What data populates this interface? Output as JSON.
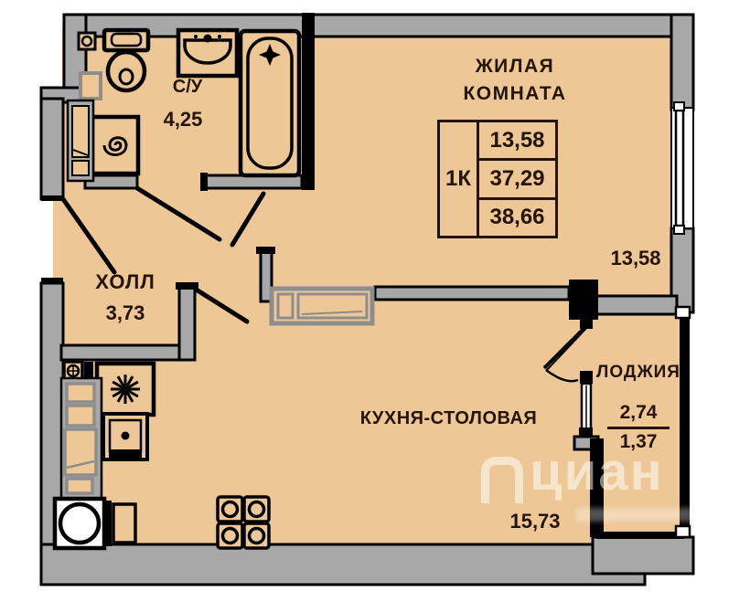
{
  "rooms": {
    "bathroom": {
      "name": "С/У",
      "area": "4,25"
    },
    "hall": {
      "name": "ХОЛЛ",
      "area": "3,73"
    },
    "living": {
      "name_line1": "ЖИЛАЯ",
      "name_line2": "КОМНАТА",
      "area": "13,58"
    },
    "kitchen": {
      "name": "КУХНЯ-СТОЛОВАЯ",
      "area": "15,73"
    },
    "loggia": {
      "name": "ЛОДЖИЯ",
      "area_full": "2,74",
      "area_counted": "1,37"
    }
  },
  "info_table": {
    "apartment_type": "1К",
    "living_area": "13,58",
    "total_area": "37,29",
    "total_area_with_loggia": "38,66"
  },
  "watermark": {
    "text": "циан"
  },
  "colors": {
    "floor": "#edc795",
    "wall_gray": "#a8a8a8",
    "outline": "#000000",
    "text": "#241409"
  }
}
